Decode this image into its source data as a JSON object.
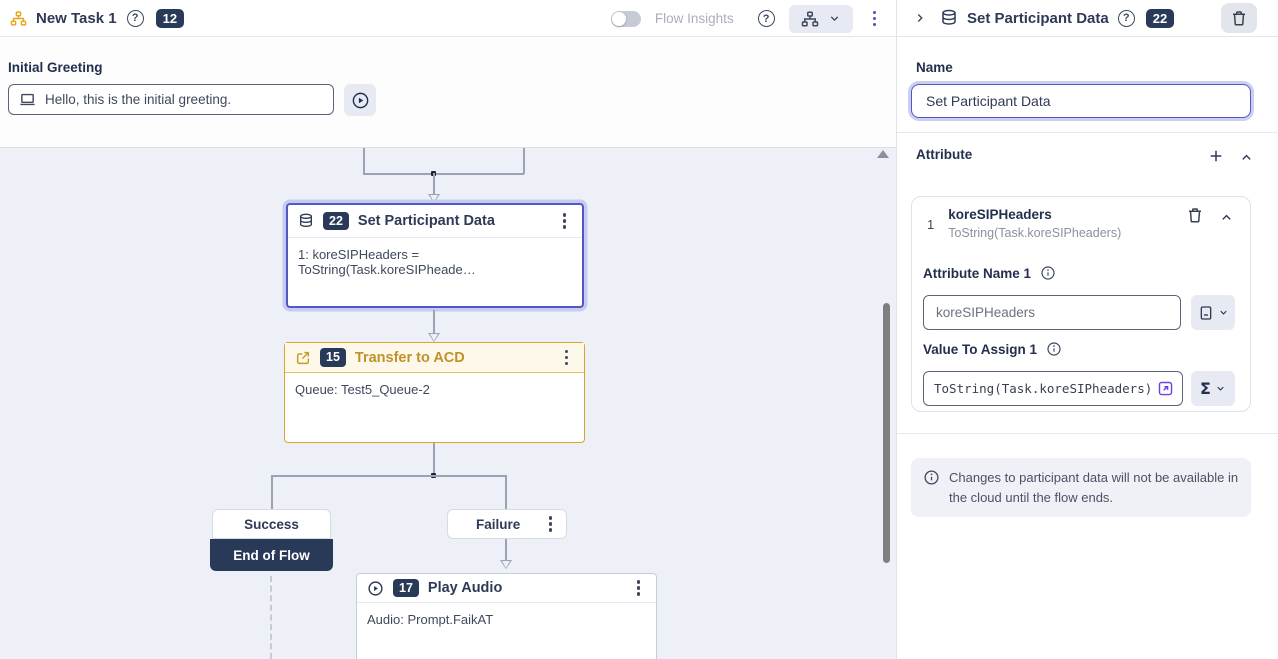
{
  "icons": {
    "help": "?",
    "sigma": "Σ"
  },
  "topbar": {
    "title": "New Task 1",
    "badge": "12",
    "flow_insights": "Flow Insights"
  },
  "canvas": {
    "greeting": {
      "label": "Initial Greeting",
      "message": "Hello, this is the initial greeting."
    },
    "set_participant_node": {
      "badge": "22",
      "title": "Set Participant Data",
      "body": "1: koreSIPHeaders = ToString(Task.koreSIPheade…"
    },
    "transfer_node": {
      "badge": "15",
      "title": "Transfer to ACD",
      "body": "Queue: Test5_Queue-2"
    },
    "success_label": "Success",
    "end_of_flow_label": "End of Flow",
    "failure_label": "Failure",
    "play_audio_node": {
      "badge": "17",
      "title": "Play Audio",
      "body": "Audio: Prompt.FaikAT"
    }
  },
  "panel": {
    "title": "Set Participant Data",
    "badge": "22",
    "name_label": "Name",
    "name_value": "Set Participant Data",
    "attribute": {
      "section_label": "Attribute",
      "item_index": "1",
      "item_name": "koreSIPHeaders",
      "item_subtitle": "ToString(Task.koreSIPheaders)",
      "attr_name_label": "Attribute Name 1",
      "attr_name_value": "koreSIPHeaders",
      "value_label": "Value To Assign 1",
      "value_value": "ToString(Task.koreSIPheaders)"
    },
    "note": "Changes to participant data will not be available in the cloud until the flow ends."
  },
  "colors": {
    "accent": "#5157c5",
    "gold_border": "#d6a52c",
    "gold_text": "#c0922a",
    "navy_badge": "#293a59",
    "canvas_bg": "#eef0f8",
    "purple_icon": "#6d42e3"
  }
}
